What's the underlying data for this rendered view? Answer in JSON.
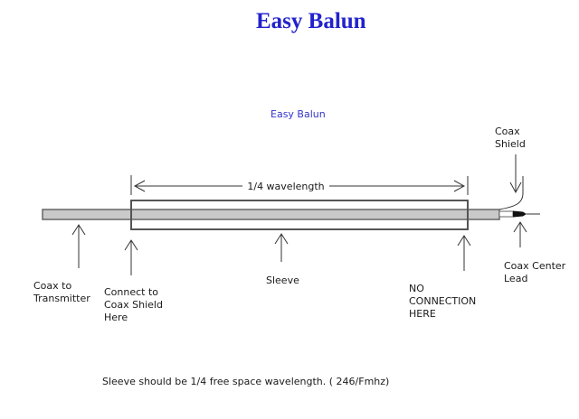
{
  "page": {
    "title": "Easy Balun"
  },
  "diagram": {
    "subtitle": "Easy Balun",
    "dimension": {
      "label": "1/4 wavelength"
    },
    "labels": {
      "coax_shield_line1": "Coax",
      "coax_shield_line2": "Shield",
      "coax_to_transmitter_line1": "Coax to",
      "coax_to_transmitter_line2": "Transmitter",
      "connect_line1": "Connect to",
      "connect_line2": "Coax Shield",
      "connect_line3": "Here",
      "sleeve": "Sleeve",
      "no_connection_line1": "NO",
      "no_connection_line2": "CONNECTION",
      "no_connection_line3": "HERE",
      "center_lead_line1": "Coax Center",
      "center_lead_line2": "Lead"
    },
    "caption": "Sleeve should be 1/4 free space wavelength. ( 246/Fmhz)",
    "colors": {
      "title_blue": "#2222CC",
      "subtitle_blue": "#3333CC",
      "tube_fill": "#C9C9C9",
      "outline_gray": "#555555",
      "line_color": "#333333",
      "text_color": "#1A1A1A"
    }
  }
}
